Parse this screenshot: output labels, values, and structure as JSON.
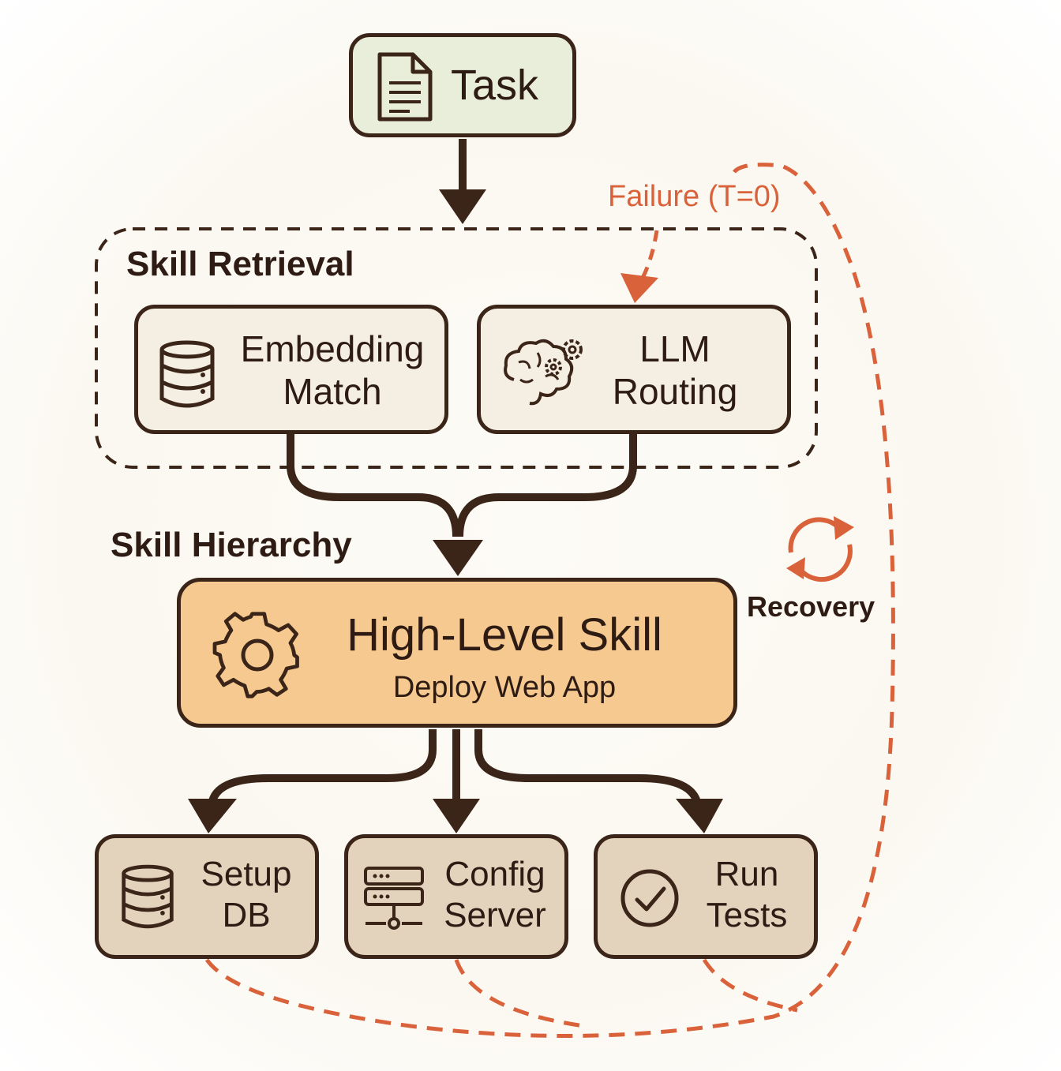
{
  "nodes": {
    "task": {
      "label": "Task",
      "icon": "document-icon"
    },
    "embedding_match": {
      "label_line1": "Embedding",
      "label_line2": "Match",
      "icon": "database-icon"
    },
    "llm_routing": {
      "label_line1": "LLM",
      "label_line2": "Routing",
      "icon": "brain-gears-icon"
    },
    "high_level_skill": {
      "title": "High-Level Skill",
      "subtitle": "Deploy Web App",
      "icon": "gear-icon"
    },
    "setup_db": {
      "label_line1": "Setup",
      "label_line2": "DB",
      "icon": "database-icon"
    },
    "config_server": {
      "label_line1": "Config",
      "label_line2": "Server",
      "icon": "server-icon"
    },
    "run_tests": {
      "label_line1": "Run",
      "label_line2": "Tests",
      "icon": "check-circle-icon"
    }
  },
  "groups": {
    "skill_retrieval": "Skill Retrieval",
    "skill_hierarchy": "Skill Hierarchy"
  },
  "annotations": {
    "failure": "Failure (T=0)",
    "recovery": "Recovery"
  },
  "colors": {
    "ink": "#3b2418",
    "failure_path": "#d9623b",
    "task_fill": "#e9eedb",
    "retrieval_fill": "#f4efe2",
    "skill_fill": "#f5c98f",
    "subskill_fill": "#e3d3bc"
  }
}
